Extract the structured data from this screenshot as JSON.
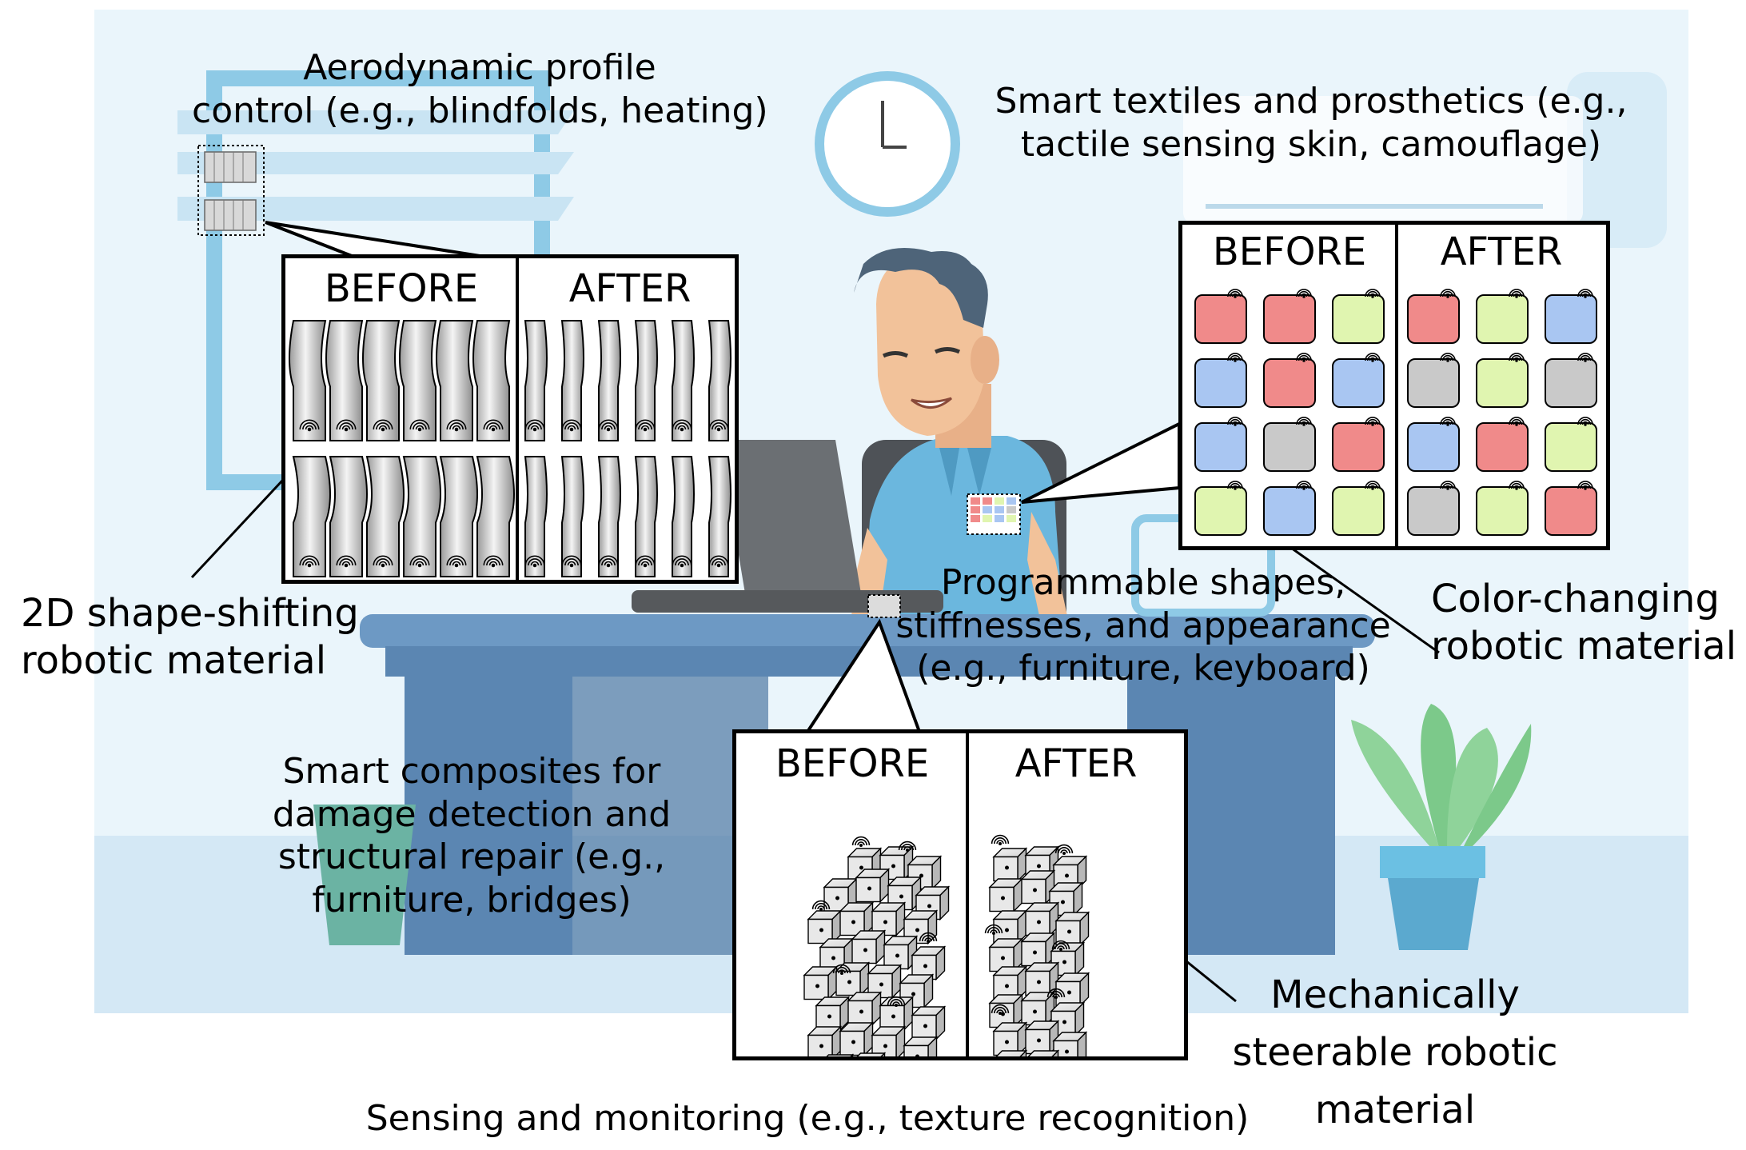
{
  "labels": {
    "aero": "Aerodynamic profile\ncontrol (e.g., blindfolds, heating)",
    "textiles": "Smart textiles and prosthetics (e.g.,\ntactile sensing skin, camouflage)",
    "shape2d": "2D shape-shifting\nrobotic material",
    "color_changing": "Color-changing\nrobotic material",
    "programmable": "Programmable shapes,\nstiffnesses, and appearance\n(e.g., furniture, keyboard)",
    "composites": "Smart composites for\ndamage detection and\nstructural repair (e.g.,\nfurniture, bridges)",
    "steerable": "Mechanically\nsteerable robotic\nmaterial",
    "sensing": "Sensing and monitoring (e.g., texture recognition)"
  },
  "panels": {
    "shape": {
      "before": "BEFORE",
      "after": "AFTER"
    },
    "color": {
      "before": "BEFORE",
      "after": "AFTER"
    },
    "cubes": {
      "before": "BEFORE",
      "after": "AFTER"
    }
  },
  "color_grid": {
    "before": [
      [
        "red",
        "red",
        "green"
      ],
      [
        "blue",
        "red",
        "blue"
      ],
      [
        "blue",
        "gray",
        "red"
      ],
      [
        "green",
        "blue",
        "green"
      ]
    ],
    "after": [
      [
        "red",
        "green",
        "blue"
      ],
      [
        "gray",
        "green",
        "gray"
      ],
      [
        "blue",
        "red",
        "green"
      ],
      [
        "gray",
        "green",
        "red"
      ]
    ]
  },
  "colors": {
    "red": "#f08a8a",
    "green": "#e0f5b0",
    "blue": "#a9c6f2",
    "gray": "#c9c9c9",
    "scene_bg": "#eaf5fb",
    "window_frame": "#8ecae6",
    "desk": "#5b86b2",
    "desk_top": "#6d99c4",
    "shirt": "#6bb7de",
    "hair": "#4e6479",
    "skin": "#f2c29a",
    "laptop": "#6b6f73",
    "plant_leaf": "#8fd39a",
    "pot": "#6ab8db"
  },
  "clock": {
    "hour_hand": "up",
    "minute_hand": "right"
  }
}
